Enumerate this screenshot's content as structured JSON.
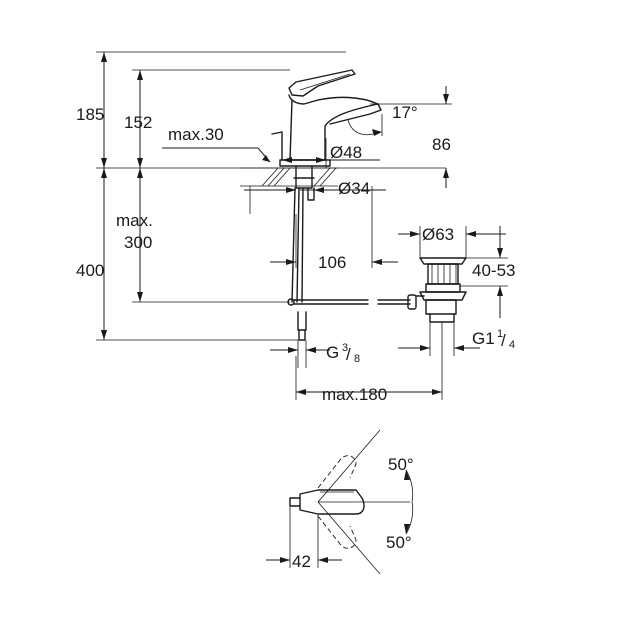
{
  "dimensions": {
    "d185": "185",
    "d152": "152",
    "angle17": "17°",
    "d86": "86",
    "max30": "max.30",
    "dia48": "Ø48",
    "dia34": "Ø34",
    "max300_line1": "max.",
    "max300_line2": "300",
    "d400": "400",
    "d106": "106",
    "dia63": "Ø63",
    "range4053": "40-53",
    "g38_base": "G",
    "g38_num": "3",
    "g38_den": "8",
    "g114_base": "G1",
    "g114_num": "1",
    "g114_den": "4",
    "max180": "max.180",
    "angle50_top": "50°",
    "angle50_bottom": "50°",
    "d42": "42"
  },
  "colors": {
    "line": "#1a1a1a",
    "background": "#ffffff"
  }
}
